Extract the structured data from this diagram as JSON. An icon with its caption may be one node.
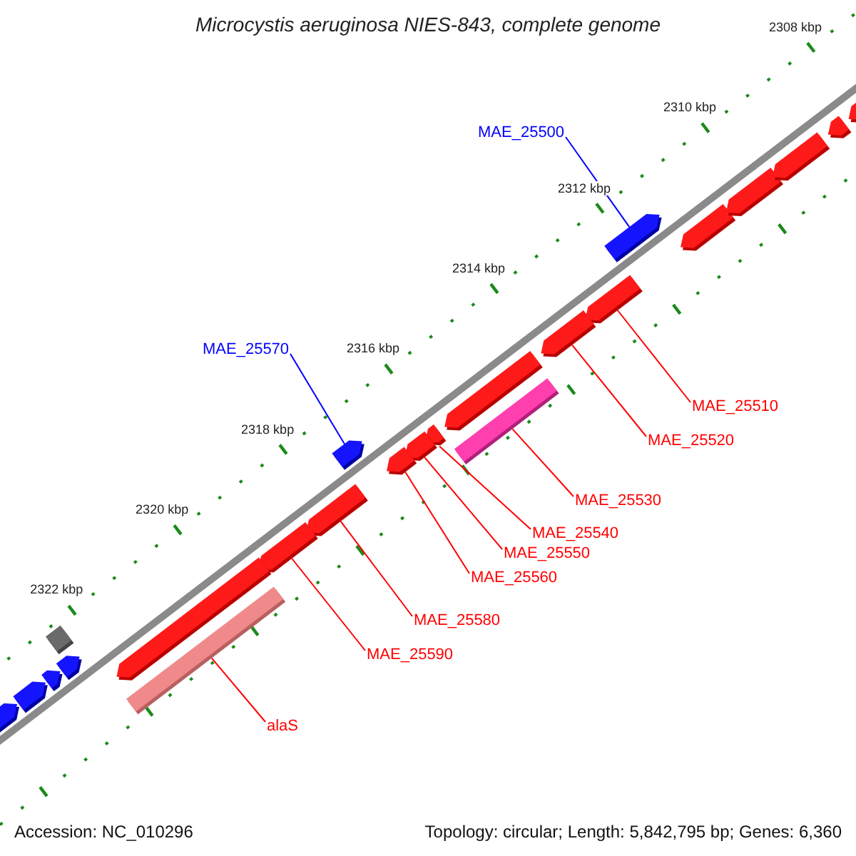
{
  "diagram": {
    "title": "Microcystis aeruginosa NIES-843, complete genome",
    "nodes": [
      {
        "text": [
          "MAE_25500"
        ]
      },
      {
        "text": [
          "MAE_25570"
        ]
      },
      {
        "text": [
          "MAE_25510"
        ]
      },
      {
        "text": [
          "MAE_25520"
        ]
      },
      {
        "text": [
          "MAE_25530"
        ]
      },
      {
        "text": [
          "MAE_25540"
        ]
      },
      {
        "text": [
          "MAE_25550"
        ]
      },
      {
        "text": [
          "MAE_25560"
        ]
      },
      {
        "text": [
          "MAE_25580"
        ]
      },
      {
        "text": [
          "MAE_25590"
        ]
      },
      {
        "text": [
          "alaS"
        ]
      },
      {
        "text": [],
        "shape": "arrow"
      },
      {
        "text": [],
        "shape": "arrow"
      },
      {
        "text": [],
        "shape": "arrow"
      },
      {
        "text": [],
        "shape": "arrow"
      },
      {
        "text": [],
        "shape": "bar"
      },
      {
        "text": [],
        "shape": "arrow"
      },
      {
        "text": [],
        "shape": "arrow"
      },
      {
        "text": [],
        "shape": "arrow"
      },
      {
        "text": [],
        "shape": "arrow"
      },
      {
        "text": [],
        "shape": "arrow"
      },
      {
        "text": [],
        "shape": "bar"
      },
      {
        "text": [],
        "shape": "arrow"
      },
      {
        "text": [],
        "shape": "arrow"
      },
      {
        "text": [],
        "shape": "arrow"
      },
      {
        "text": [],
        "shape": "box"
      },
      {
        "text": [],
        "shape": "arrow"
      },
      {
        "text": [],
        "shape": "arrow"
      },
      {
        "text": [],
        "shape": "arrow"
      },
      {
        "text": [],
        "shape": "arrow"
      },
      {
        "text": [],
        "shape": "arrow"
      },
      {
        "text": [],
        "shape": "arrow"
      },
      {
        "text": [],
        "shape": "arrow"
      },
      {
        "text": [],
        "shape": "arrow"
      }
    ],
    "edges": [
      {
        "from": 0,
        "to": 11,
        "arrow": "none",
        "color": "#0000ff"
      },
      {
        "from": 1,
        "to": 12,
        "arrow": "none",
        "color": "#0000ff"
      },
      {
        "from": 2,
        "to": 13,
        "arrow": "none"
      },
      {
        "from": 3,
        "to": 14,
        "arrow": "none"
      },
      {
        "from": 4,
        "to": 15,
        "arrow": "none"
      },
      {
        "from": 5,
        "to": 16,
        "arrow": "none"
      },
      {
        "from": 6,
        "to": 17,
        "arrow": "none"
      },
      {
        "from": 7,
        "to": 18,
        "arrow": "none"
      },
      {
        "from": 8,
        "to": 19,
        "arrow": "none"
      },
      {
        "from": 9,
        "to": 20,
        "arrow": "none"
      },
      {
        "from": 10,
        "to": 21,
        "arrow": "none"
      }
    ],
    "labels": [
      "2308 kbp",
      "2310 kbp",
      "2312 kbp",
      "2314 kbp",
      "2316 kbp",
      "2318 kbp",
      "2320 kbp",
      "2322 kbp",
      "Accession: NC_010296",
      "Topology: circular; Length: 5,842,795 bp; Genes: 6,360"
    ]
  }
}
